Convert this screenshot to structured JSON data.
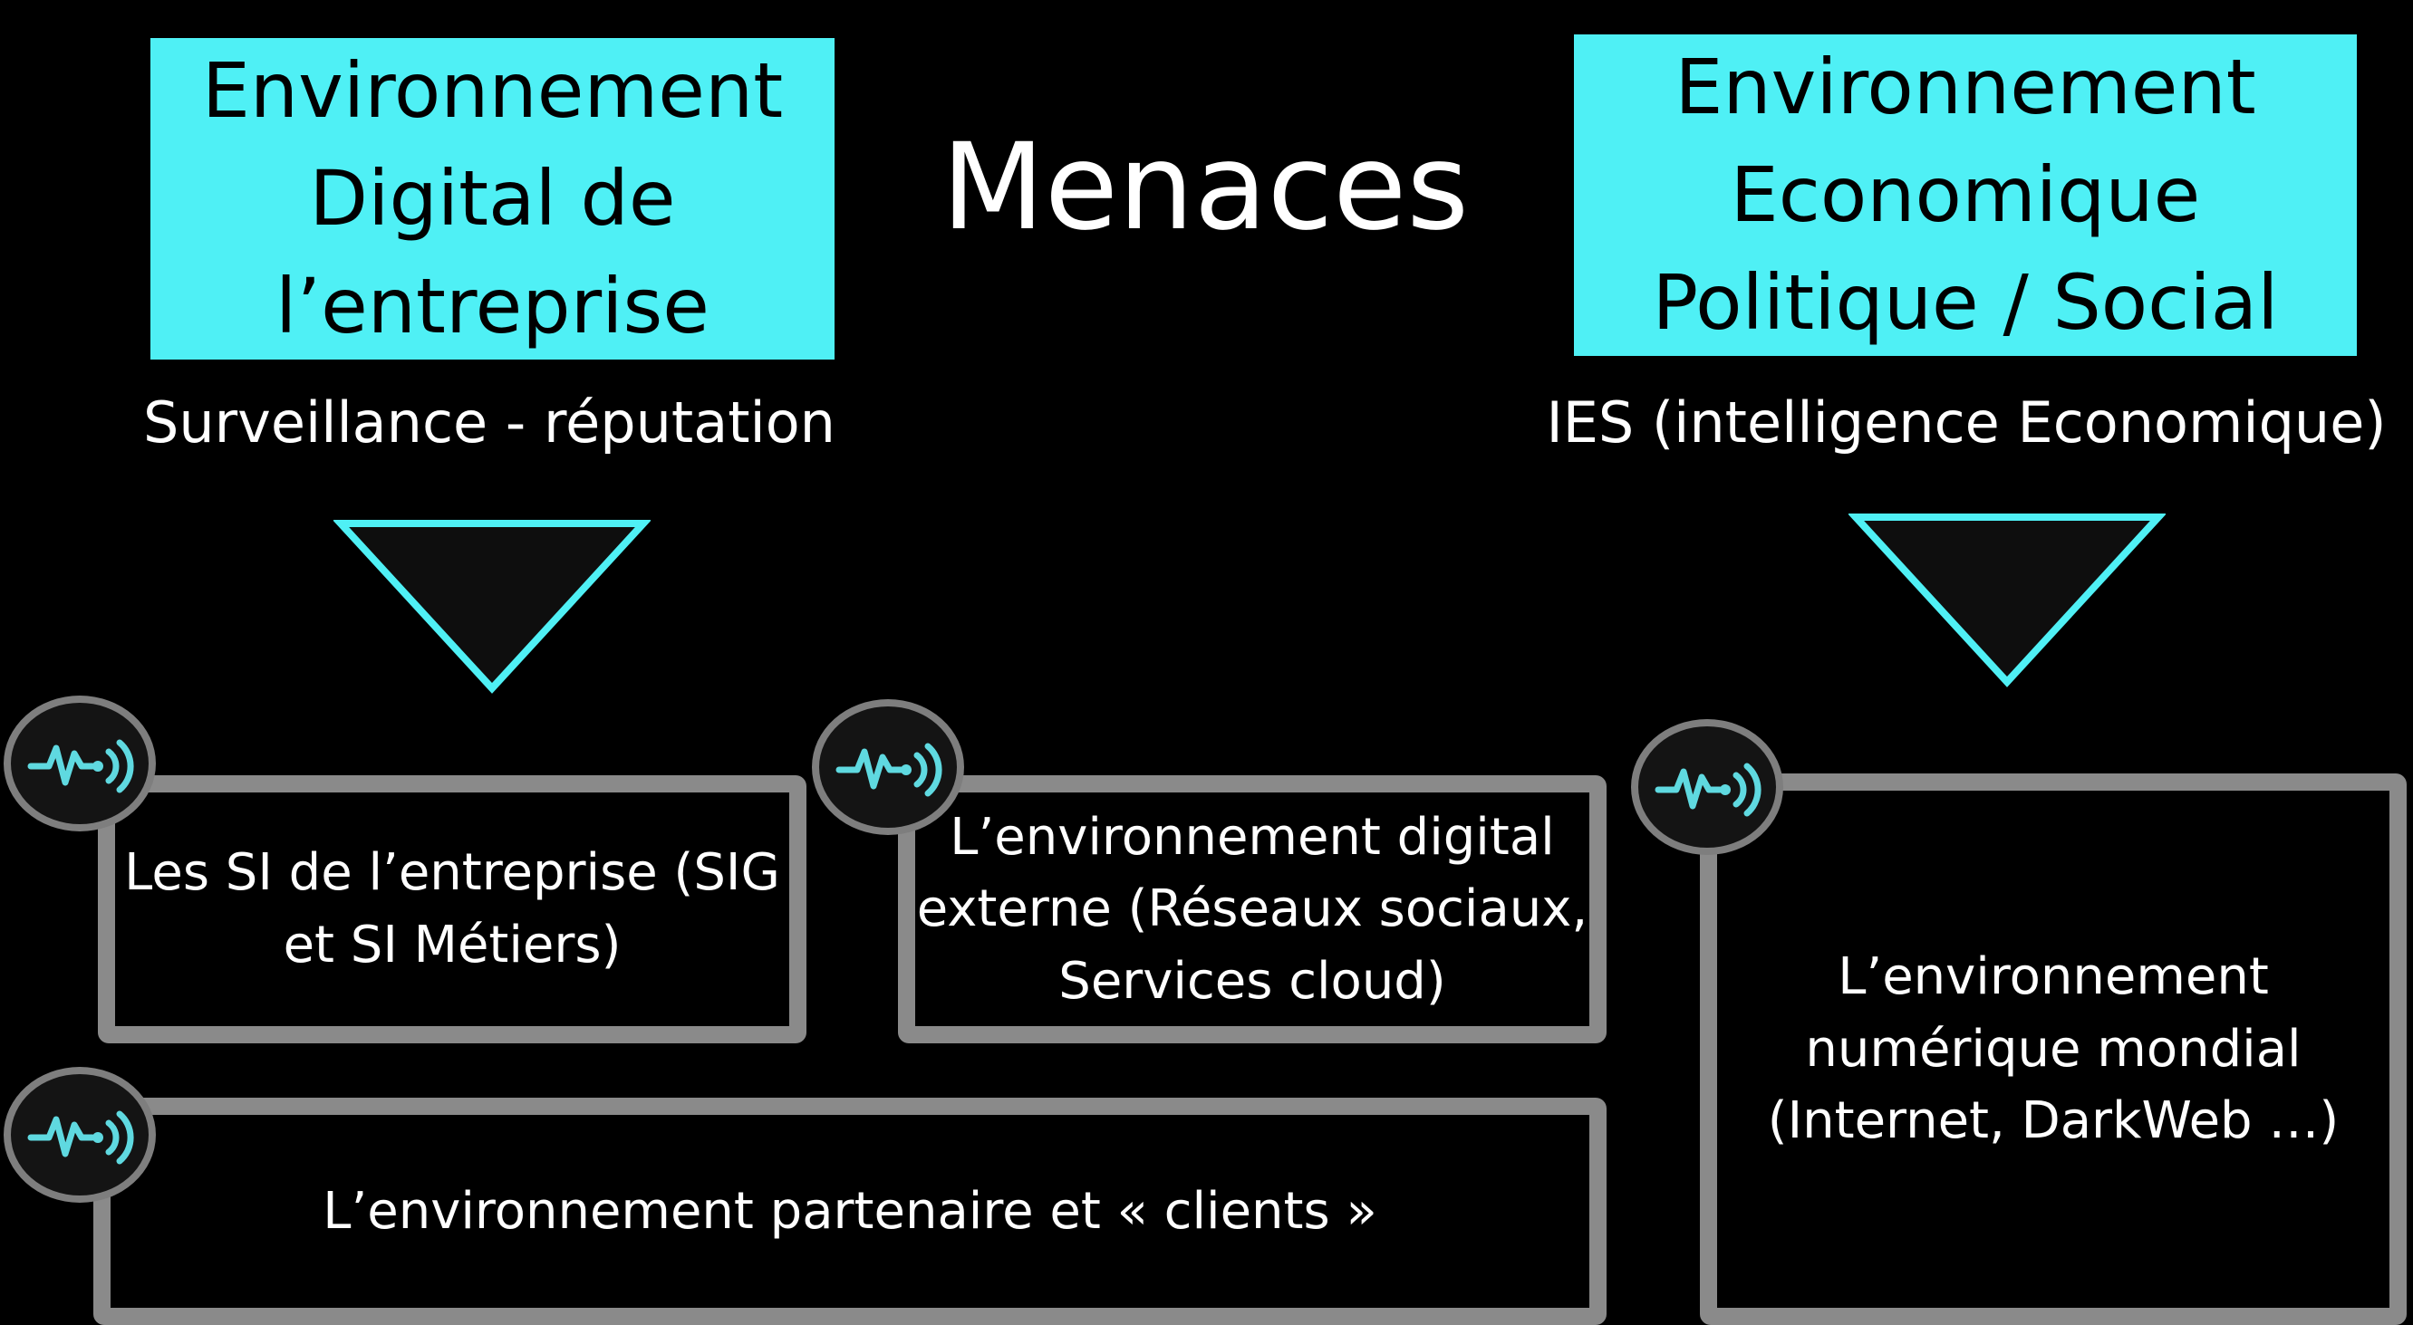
{
  "title": "Menaces",
  "left_header": {
    "lines": [
      "Environnement",
      "Digital de",
      "l’entreprise"
    ],
    "subtitle": "Surveillance - réputation"
  },
  "right_header": {
    "lines": [
      "Environnement",
      "Economique",
      "Politique / Social"
    ],
    "subtitle": "IES (intelligence Economique)"
  },
  "boxes": [
    {
      "lines": [
        "Les SI de l’entreprise (SIG",
        "et SI Métiers)"
      ],
      "icon": "signal-pulse-icon"
    },
    {
      "lines": [
        "L’environnement digital",
        "externe (Réseaux sociaux,",
        "Services cloud)"
      ],
      "icon": "signal-pulse-icon"
    },
    {
      "lines": [
        "L’environnement partenaire et « clients »"
      ],
      "icon": "signal-pulse-icon"
    },
    {
      "lines": [
        "L’environnement",
        "numérique mondial",
        "(Internet, DarkWeb …)"
      ],
      "icon": "signal-pulse-icon"
    }
  ],
  "colors": {
    "accent": "#4ff0f5",
    "box_border": "#8a8a8a",
    "background": "#000000",
    "badge_border": "#7e7e7e",
    "icon": "#5fd9e0"
  }
}
